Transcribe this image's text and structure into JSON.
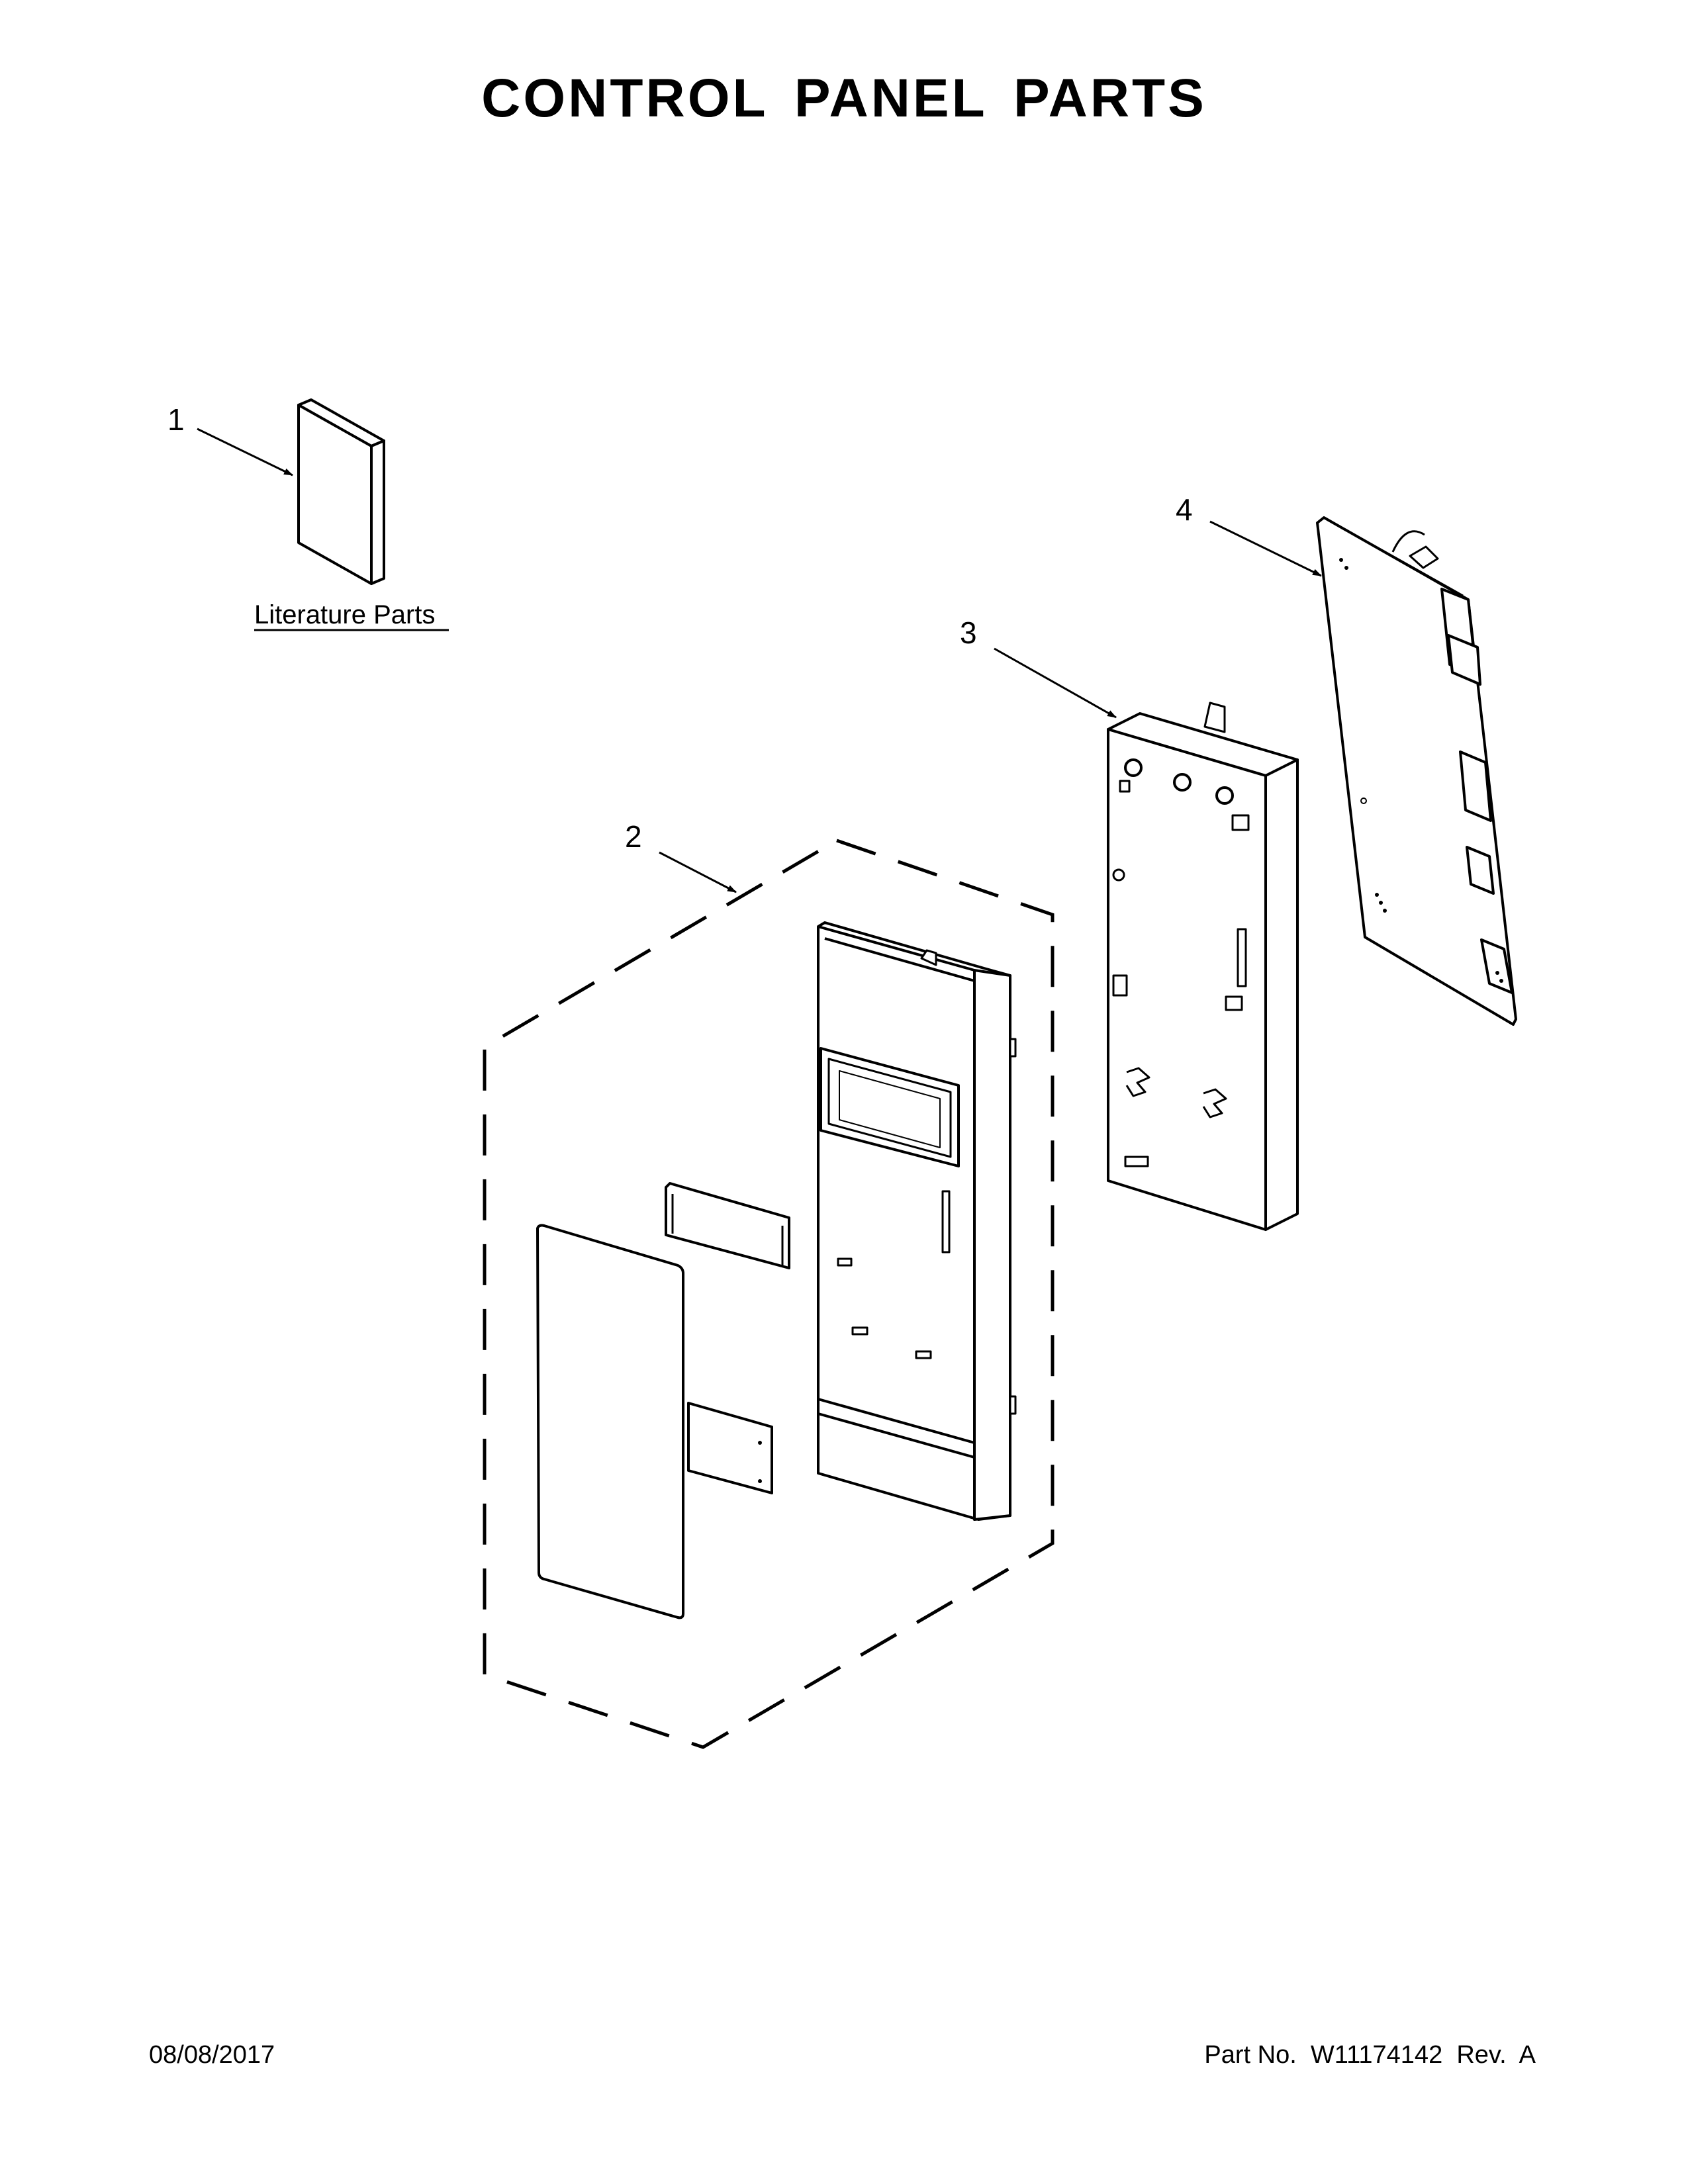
{
  "title": "CONTROL PANEL PARTS",
  "callouts": {
    "item1": "1",
    "item2": "2",
    "item3": "3",
    "item4": "4"
  },
  "literature_label": "Literature Parts",
  "footer": {
    "date": "08/08/2017",
    "part_number": "Part No.  W11174142  Rev.  A"
  }
}
